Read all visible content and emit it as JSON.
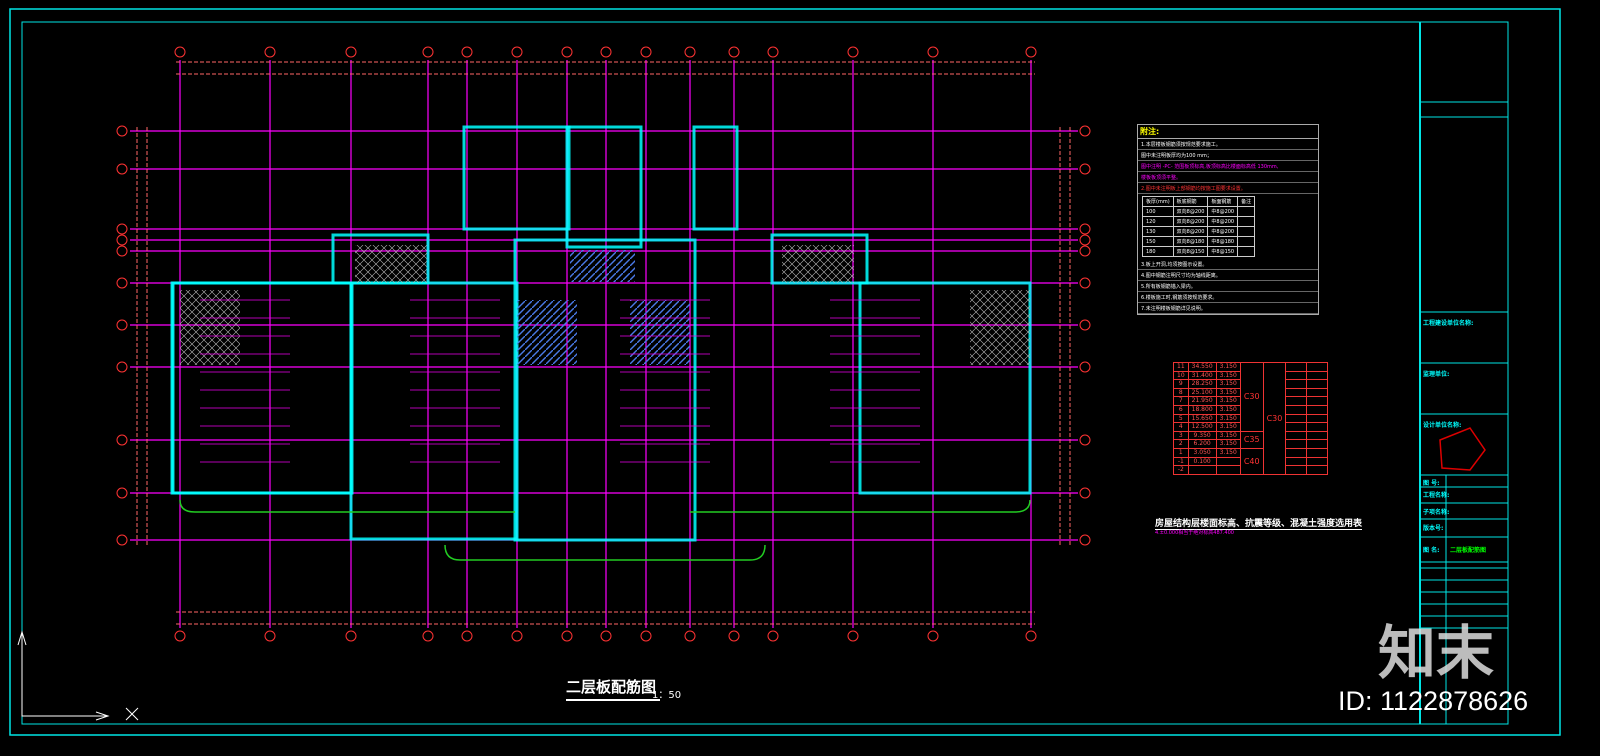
{
  "drawing": {
    "title": "二层板配筋图",
    "scale": "1：50"
  },
  "notes": {
    "heading": "附注:",
    "lines": [
      "1.本层楼板钢筋须按规范要求施工。",
      "图中未注明板厚均为100 mm；",
      "图中注明 -PC- 范围板顶标高,板顶标高比楼面标高低 130mm,",
      "楼板板顶须平整。",
      "2.图中未注明板上部钢筋均按施工图要求设置。"
    ],
    "table_headers": [
      "板厚(mm)",
      "板底钢筋",
      "板面钢筋",
      "备注"
    ],
    "table_rows": [
      [
        "100",
        "双向8@200",
        "中8@200"
      ],
      [
        "120",
        "双向8@200",
        "中8@200"
      ],
      [
        "130",
        "双向8@200",
        "中8@200"
      ],
      [
        "150",
        "双向8@180",
        "中8@180"
      ],
      [
        "180",
        "双向8@150",
        "中8@150"
      ]
    ],
    "more": [
      "3.板上开洞,均须按图示设置。",
      "4.图中钢筋注明尺寸均为轴线距离。",
      "5.所有板钢筋锚入梁内。",
      "6.楼板施工时,钢筋须按规范要求。",
      "7.未注明楼板钢筋详见说明。"
    ]
  },
  "elevation_table": {
    "caption": "房屋结构层楼面标高、抗震等级、混凝土强度选用表",
    "rows": [
      [
        "11",
        "34.550",
        "3.150"
      ],
      [
        "10",
        "31.400",
        "3.150"
      ],
      [
        "9",
        "28.250",
        "3.150"
      ],
      [
        "8",
        "25.100",
        "3.150"
      ],
      [
        "7",
        "21.950",
        "3.150"
      ],
      [
        "6",
        "18.800",
        "3.150"
      ],
      [
        "5",
        "15.650",
        "3.150"
      ],
      [
        "4",
        "12.500",
        "3.150"
      ],
      [
        "3",
        "9.350",
        "3.150"
      ],
      [
        "2",
        "6.200",
        "3.150"
      ],
      [
        "1",
        "3.050",
        "3.150"
      ],
      [
        "-1",
        "0.100",
        ""
      ],
      [
        "-2",
        "",
        ""
      ]
    ],
    "concrete": [
      "C30",
      "C35",
      "C40",
      "C30"
    ],
    "elevation_note": "4.±0.000相当于绝对标高487.400"
  },
  "title_block": {
    "labels": [
      "工程建设单位名称:",
      "监理单位:",
      "设计单位名称:",
      "图 号:",
      "工程名称:",
      "子项名称:",
      "版本号:",
      "图 名:"
    ],
    "sheet_name": "二层板配筋图"
  },
  "watermark": {
    "logo": "知末",
    "id": "ID: 1122878626"
  },
  "colors": {
    "grid": "#ff00ff",
    "axis": "#ff3333",
    "wall": "#00ffff",
    "frame": "#00e5e5",
    "dim": "#ff6666",
    "hatch": "#3a6ad8"
  }
}
